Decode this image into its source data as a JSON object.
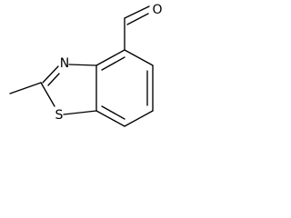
{
  "structure": {
    "atoms": {
      "oxygen": "O",
      "nitrogen": "N",
      "sulfur": "S"
    }
  }
}
